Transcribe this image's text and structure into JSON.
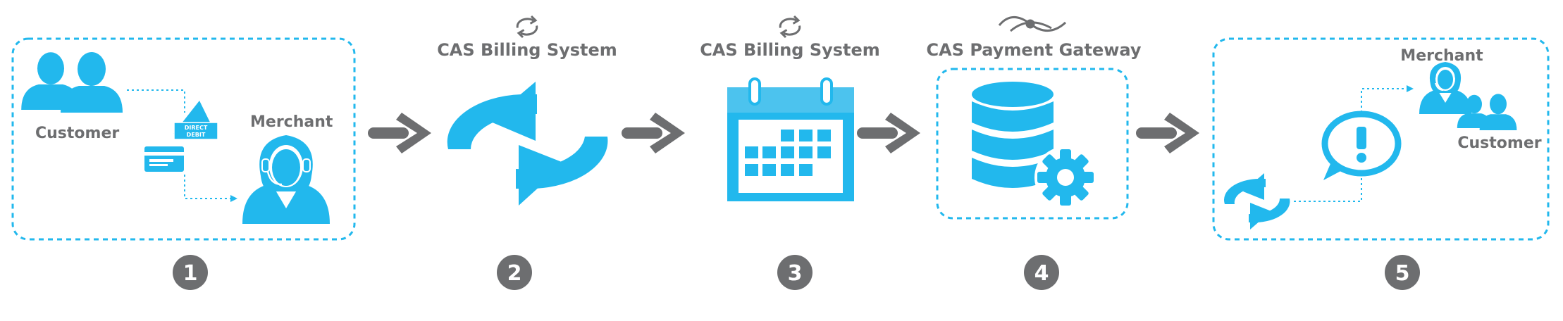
{
  "steps": [
    {
      "number": "1",
      "labels": {
        "customer": "Customer",
        "merchant": "Merchant",
        "card_text_1": "DIRECT",
        "card_text_2": "DEBIT"
      }
    },
    {
      "number": "2",
      "title": "CAS Billing System"
    },
    {
      "number": "3",
      "title": "CAS Billing System"
    },
    {
      "number": "4",
      "title": "CAS Payment Gateway"
    },
    {
      "number": "5",
      "labels": {
        "merchant": "Merchant",
        "customer": "Customer"
      }
    }
  ],
  "colors": {
    "accent": "#22b8ed",
    "arrow": "#6d6e70",
    "badge": "#6d6e70",
    "text": "#6d6e70",
    "dashed": "#22b8ed"
  },
  "icons": [
    "people-icon",
    "merchant-headset-icon",
    "direct-debit-card-icon",
    "sync-icon",
    "calendar-icon",
    "database-gear-icon",
    "eye-logo-icon",
    "alert-bubble-icon"
  ]
}
